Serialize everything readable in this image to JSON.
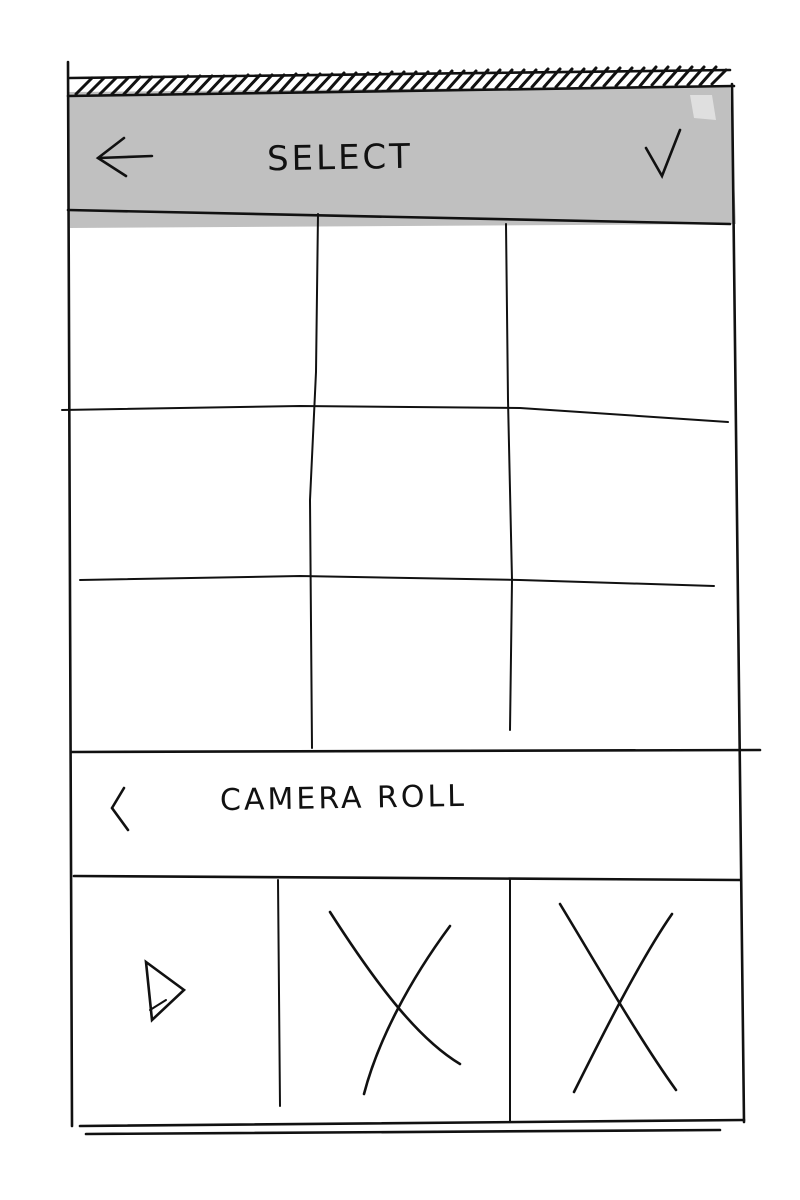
{
  "header": {
    "title": "SELECT",
    "back_icon": "arrow-left-icon",
    "confirm_icon": "checkmark-icon",
    "background_color": "#bdbdbd"
  },
  "album_bar": {
    "label": "CAMERA ROLL",
    "back_icon": "chevron-left-icon"
  },
  "selection_grid": {
    "rows": 3,
    "columns": 3
  },
  "thumbnails": [
    {
      "type": "video",
      "icon": "play-icon"
    },
    {
      "type": "image",
      "icon": "image-placeholder-icon"
    },
    {
      "type": "image",
      "icon": "image-placeholder-icon"
    }
  ]
}
